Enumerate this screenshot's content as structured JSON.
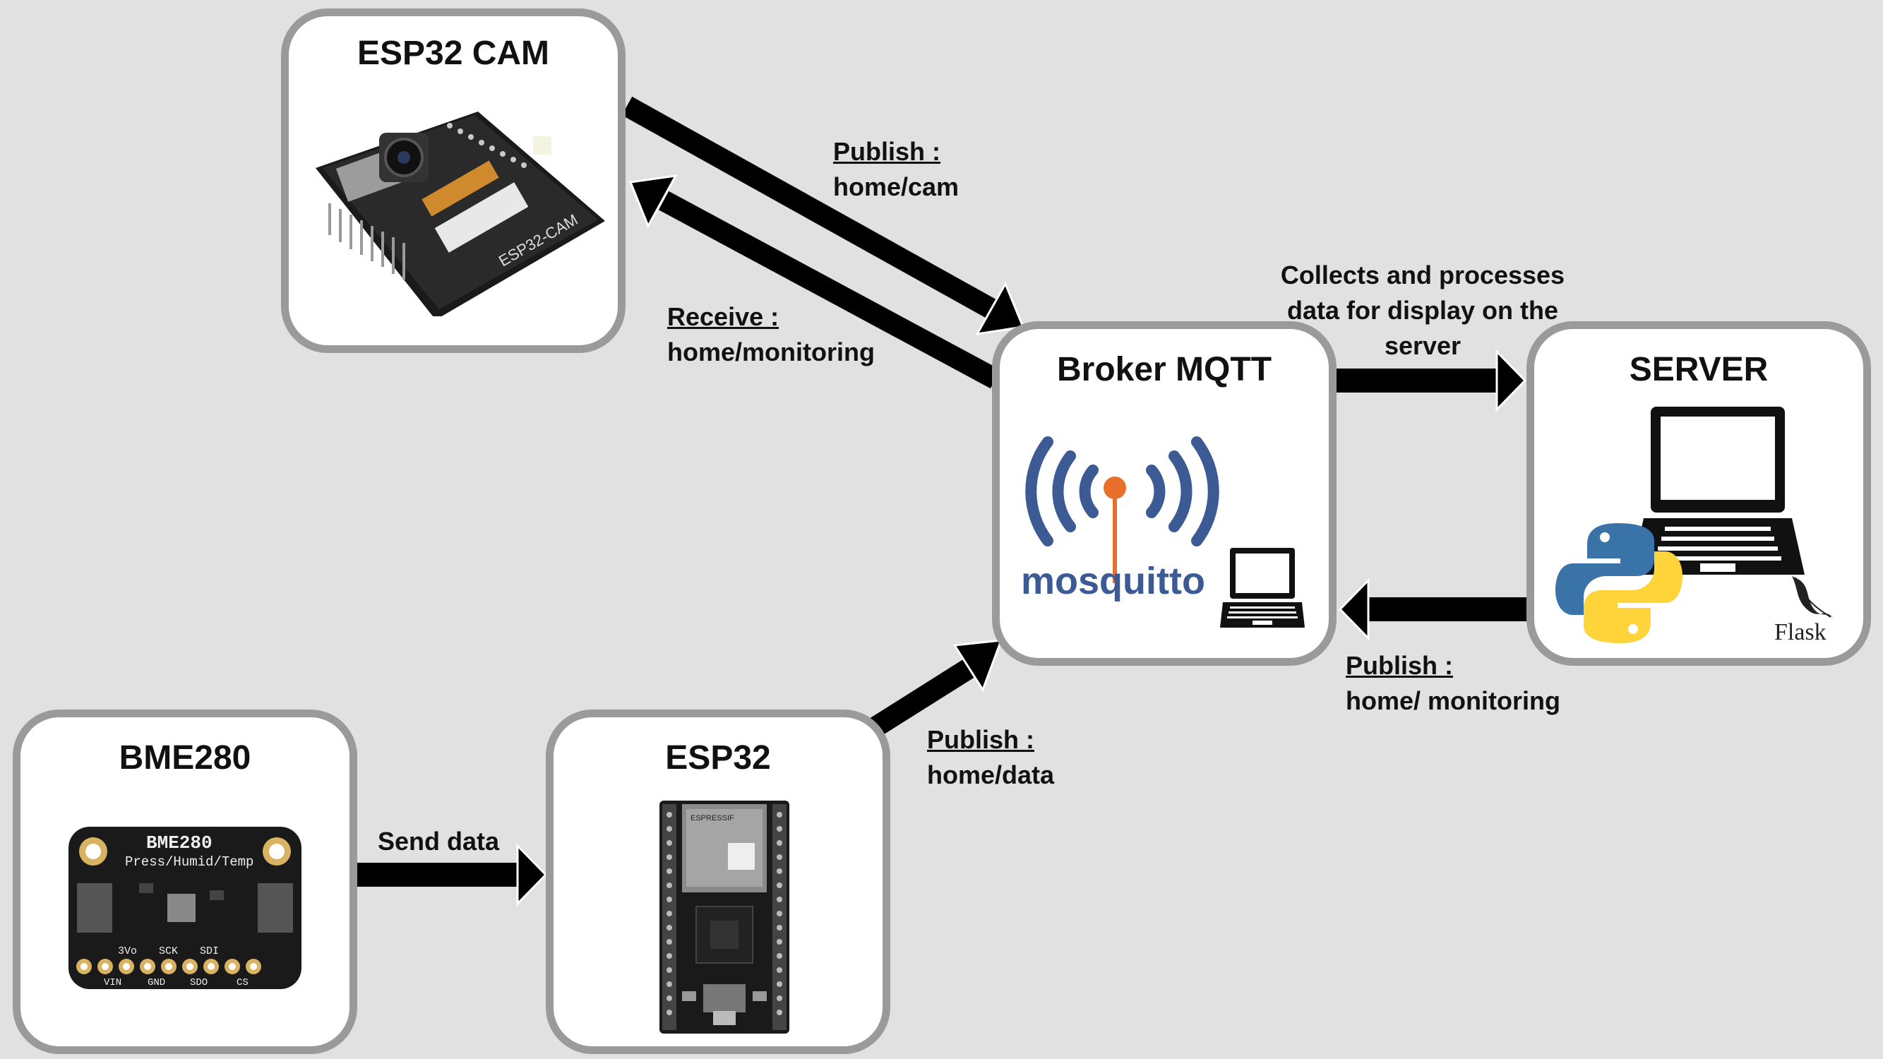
{
  "nodes": {
    "esp32cam": {
      "title": "ESP32 CAM",
      "board_text": "ESP32-CAM"
    },
    "broker": {
      "title": "Broker MQTT",
      "logo_text": "mosquitto"
    },
    "server": {
      "title": "SERVER",
      "flask_text": "Flask"
    },
    "bme280": {
      "title": "BME280",
      "board_title": "BME280",
      "board_subtitle": "Press/Humid/Temp",
      "pins_top": [
        "3Vo",
        "SCK",
        "SDI"
      ],
      "pins_bottom": [
        "VIN",
        "GND",
        "SDO",
        "CS"
      ]
    },
    "esp32": {
      "title": "ESP32",
      "chip_text": "ESPRESSIF"
    }
  },
  "labels": {
    "cam_publish": {
      "title": "Publish :",
      "topic": "home/cam"
    },
    "cam_receive": {
      "title": "Receive :",
      "topic": "home/monitoring"
    },
    "collects": {
      "line1": "Collects and processes",
      "line2": "data for display on the",
      "line3": "server"
    },
    "server_publish": {
      "title": "Publish :",
      "topic": "home/ monitoring"
    },
    "esp_publish": {
      "title": "Publish :",
      "topic": "home/data"
    },
    "send_data": {
      "text": "Send data"
    }
  },
  "colors": {
    "background": "#e1e1e1",
    "node_border": "#9a9a9a",
    "arrow": "#000000",
    "mosquitto_blue": "#3c5a94",
    "mosquitto_orange": "#e8702a",
    "python_blue": "#3a73a8",
    "python_yellow": "#ffd43b",
    "pcb_black": "#1a1a1a"
  }
}
